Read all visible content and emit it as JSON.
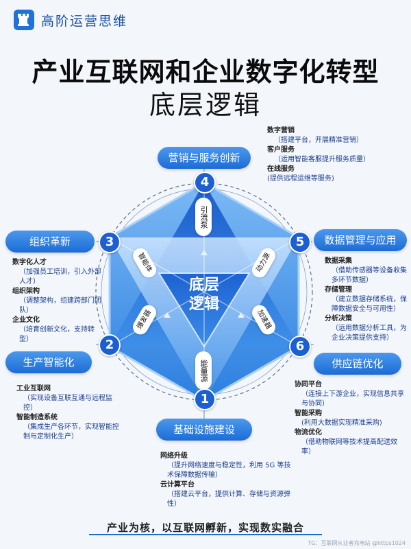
{
  "brand": {
    "name": "高阶运营思维"
  },
  "title": {
    "line1": "产业互联网和企业数字化转型",
    "line2": "底层逻辑"
  },
  "center": {
    "line1": "底层",
    "line2": "逻辑"
  },
  "nodes": [
    {
      "num": "1",
      "label": "基础设施建设"
    },
    {
      "num": "2",
      "label": "生产智能化"
    },
    {
      "num": "3",
      "label": "组织革新"
    },
    {
      "num": "4",
      "label": "营销与服务创新"
    },
    {
      "num": "5",
      "label": "数据管理与应用"
    },
    {
      "num": "6",
      "label": "供应链优化"
    }
  ],
  "tags": [
    "能量源",
    "爆发器",
    "智能体",
    "引流泵",
    "动力源",
    "加速器"
  ],
  "annotations": {
    "marketing": [
      {
        "head": "数字营销",
        "desc": "（搭建平台，开展精准营销）"
      },
      {
        "head": "客户服务",
        "desc": "（运用智能客服提升服务质量）"
      },
      {
        "head": "在线服务",
        "desc": "(提供远程运维等服务)"
      }
    ],
    "org": [
      {
        "head": "数字化人才",
        "desc": "（加强员工培训，引入外部人才）"
      },
      {
        "head": "组织架构",
        "desc": "（调整架构，组建跨部门团队）"
      },
      {
        "head": "企业文化",
        "desc": "（培育创新文化，支持转型）"
      }
    ],
    "data": [
      {
        "head": "数据采集",
        "desc": "（借助传感器等设备收集多环节数据）"
      },
      {
        "head": "存储管理",
        "desc": "（建立数据存储系统，保障数据安全与可用性）"
      },
      {
        "head": "分析决策",
        "desc": "（运用数据分析工具，为企业决策提供支持）"
      }
    ],
    "production": [
      {
        "head": "工业互联网",
        "desc": "（实现设备互联互通与远程监控）"
      },
      {
        "head": "智能制造系统",
        "desc": "（集成生产各环节，实现智能控制与定制化生产）"
      }
    ],
    "supply": [
      {
        "head": "协同平台",
        "desc": "（连接上下游企业，实现信息共享与协同）"
      },
      {
        "head": "智能采购",
        "desc": "(利用大数据实现精准采购)"
      },
      {
        "head": "物流优化",
        "desc": "（借助物联网等技术提高配送效率）"
      }
    ],
    "infra": [
      {
        "head": "网络升级",
        "desc": "（提升网络速度与稳定性，利用 5G 等技术保障数据传输）"
      },
      {
        "head": "云计算平台",
        "desc": "（搭建云平台，提供计算、存储与资源弹性）"
      }
    ]
  },
  "footer": "产业为核，以互联网孵新，实现数实融合",
  "watermark": "TG：互联网从业者充电站 @https1024",
  "colors": {
    "accent": "#1c6cd6",
    "dark_blue": "#1b5fd0",
    "background": "#f3f6fb"
  }
}
